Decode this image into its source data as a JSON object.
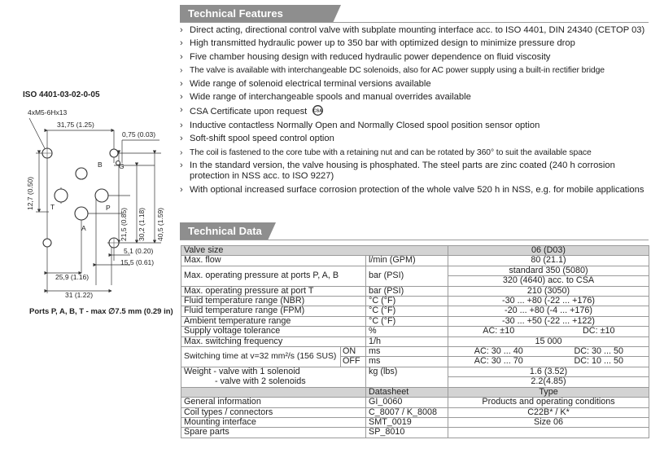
{
  "features": {
    "title": "Technical Features",
    "items": [
      "Direct acting, directional control valve with subplate mounting interface acc. to ISO 4401, DIN 24340 (CETOP 03)",
      "High transmitted hydraulic power up to 350 bar with optimized design to minimize pressure drop",
      "Five chamber housing design with reduced hydraulic power dependence on fluid viscosity",
      "The valve is available with interchangeable DC solenoids, also for AC power supply using a built-in rectifier bridge",
      "Wide range of solenoid electrical terminal versions available",
      "Wide range of interchangeable spools and manual overrides available",
      "CSA Certificate upon request",
      "Inductive contactless Normally Open and Normally Closed spool position sensor option",
      "Soft-shift spool speed control option",
      "The coil is fastened to the core tube with a retaining nut and can be rotated by 360° to suit the available space",
      "In the standard version, the valve housing is phosphated. The steel parts are zinc coated (240 h corrosion protection in NSS acc. to ISO 9227)",
      "With optional increased surface corrosion protection of the whole valve 520 h in NSS, e.g. for mobile applications"
    ],
    "csa_logo_text": "CSA"
  },
  "data_section": {
    "title": "Technical Data",
    "rows": {
      "valve_size": {
        "label": "Valve size",
        "value": "06 (D03)"
      },
      "max_flow": {
        "label": "Max. flow",
        "unit": "l/min (GPM)",
        "value": "80 (21.1)"
      },
      "max_pressure_pab": {
        "label": "Max. operating pressure at ports P, A, B",
        "unit": "bar (PSI)",
        "value1": "standard 350 (5080)",
        "value2": "320 (4640) acc. to CSA"
      },
      "max_pressure_t": {
        "label": "Max. operating pressure at port T",
        "unit": "bar (PSI)",
        "value": "210 (3050)"
      },
      "fluid_nbr": {
        "label": "Fluid temperature range (NBR)",
        "unit": "°C (°F)",
        "value": "-30 ... +80 (-22 ... +176)"
      },
      "fluid_fpm": {
        "label": "Fluid temperature range (FPM)",
        "unit": "°C (°F)",
        "value": "-20 ... +80 (-4 ... +176)"
      },
      "ambient": {
        "label": "Ambient temperature range",
        "unit": "°C (°F)",
        "value": "-30 ... +50 (-22 ... +122)"
      },
      "supply_tol": {
        "label": "Supply voltage tolerance",
        "unit": "%",
        "ac": "AC: ±10",
        "dc": "DC: ±10"
      },
      "switch_freq": {
        "label": "Max. switching frequency",
        "unit": "1/h",
        "value": "15 000"
      },
      "switch_time": {
        "label": "Switching time at v=32 mm²/s (156 SUS)",
        "on": "ON",
        "off": "OFF",
        "unit": "ms",
        "on_ac": "AC: 30 ... 40",
        "on_dc": "DC: 30 ... 50",
        "off_ac": "AC: 30 ... 70",
        "off_dc": "DC: 10 ... 50"
      },
      "weight": {
        "label1": "Weight   - valve with 1 solenoid",
        "label2": "- valve with 2 solenoids",
        "unit": "kg (lbs)",
        "value1": "1.6 (3.52)",
        "value2": "2.2(4.85)"
      },
      "docs_head": {
        "datasheet": "Datasheet",
        "type": "Type"
      },
      "general": {
        "label": "General information",
        "sheet": "GI_0060",
        "type": "Products and operating conditions"
      },
      "coil": {
        "label": "Coil types / connectors",
        "sheet": "C_8007 / K_8008",
        "type": "C22B* / K*"
      },
      "mounting": {
        "label": "Mounting interface",
        "sheet": "SMT_0019",
        "type": "Size 06"
      },
      "spare": {
        "label": "Spare parts",
        "sheet": "SP_8010",
        "type": ""
      }
    }
  },
  "drawing": {
    "title": "ISO 4401-03-02-0-05",
    "thread": "4xM5-6Hx13",
    "dims": {
      "d31_75": "31,75 (1.25)",
      "d0_75": "0,75 (0.03)",
      "d12_7": "12,7 (0.50)",
      "d21_5": "21,5 (0.85)",
      "d30_2": "30,2 (1.18)",
      "d40_5": "40,5 (1.59)",
      "d5_1": "5,1 (0.20)",
      "d15_5": "15,5 (0.61)",
      "d25_9": "25,9 (1.16)",
      "d31": "31 (1.22)"
    },
    "ports": {
      "b": "B",
      "g": "G",
      "t": "T",
      "p": "P",
      "a": "A"
    },
    "caption": "Ports P, A, B, T - max ∅7.5 mm (0.29 in)"
  }
}
